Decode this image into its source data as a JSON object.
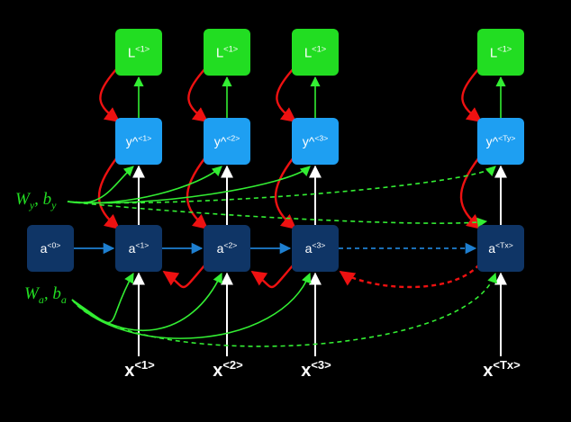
{
  "colors": {
    "background": "#000000",
    "loss_box": "#22dd22",
    "output_box": "#1e9ff2",
    "activation_box": "#0f3566",
    "forward_arrow": "#1e7fd0",
    "backprop_arrow": "#ee1111",
    "param_arrow": "#33ee33",
    "input_arrow": "#ffffff"
  },
  "columns": [
    {
      "loss": {
        "base": "L",
        "sup": "<1>"
      },
      "output": {
        "base": "y^",
        "sup": "<1>"
      },
      "activation": {
        "base": "a",
        "sup": "<1>"
      },
      "input": {
        "base": "x",
        "sup": "<1>"
      }
    },
    {
      "loss": {
        "base": "L",
        "sup": "<1>"
      },
      "output": {
        "base": "y^",
        "sup": "<2>"
      },
      "activation": {
        "base": "a",
        "sup": "<2>"
      },
      "input": {
        "base": "x",
        "sup": "<2>"
      }
    },
    {
      "loss": {
        "base": "L",
        "sup": "<1>"
      },
      "output": {
        "base": "y^",
        "sup": "<3>"
      },
      "activation": {
        "base": "a",
        "sup": "<3>"
      },
      "input": {
        "base": "x",
        "sup": "<3>"
      }
    },
    {
      "loss": {
        "base": "L",
        "sup": "<1>"
      },
      "output": {
        "base": "y^",
        "sup": "<Ty>"
      },
      "activation": {
        "base": "a",
        "sup": "<Tx>"
      },
      "input": {
        "base": "x",
        "sup": "<Tx>"
      }
    }
  ],
  "initial_activation": {
    "base": "a",
    "sup": "<0>"
  },
  "params": {
    "output": {
      "w": "W",
      "w_sub": "y",
      "b": "b",
      "b_sub": "y"
    },
    "activation": {
      "w": "W",
      "w_sub": "a",
      "b": "b",
      "b_sub": "a"
    }
  }
}
